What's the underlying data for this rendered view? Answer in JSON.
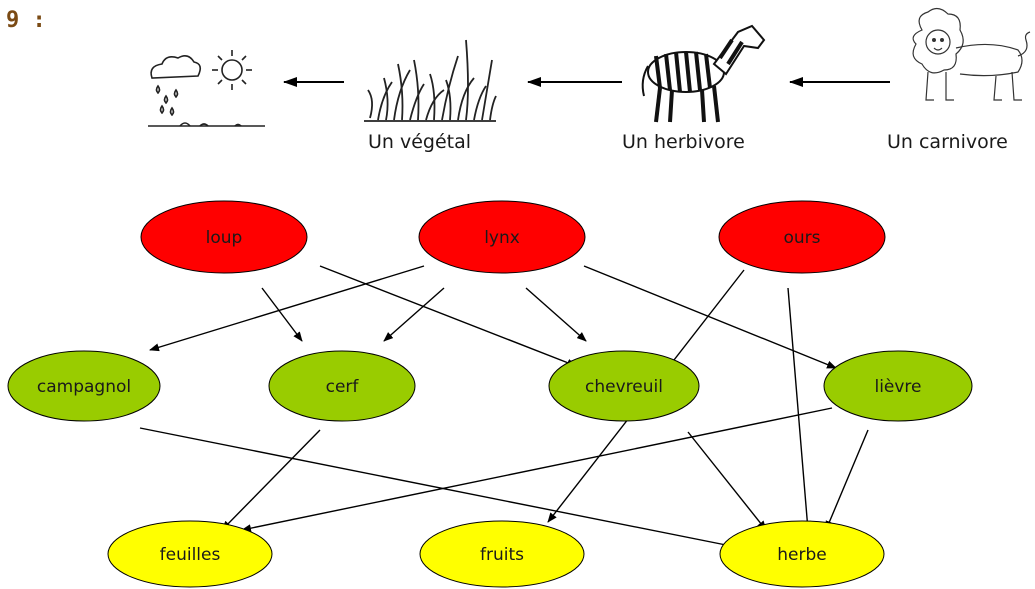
{
  "header": {
    "number_label": "9 :"
  },
  "chain": {
    "labels": {
      "vegetal": "Un végétal",
      "herbivore": "Un herbivore",
      "carnivore": "Un carnivore"
    }
  },
  "web": {
    "colors": {
      "carnivore": "#ff0000",
      "herbivore": "#99cc00",
      "vegetal": "#ffff00"
    },
    "nodes": {
      "loup": "loup",
      "lynx": "lynx",
      "ours": "ours",
      "campagnol": "campagnol",
      "cerf": "cerf",
      "chevreuil": "chevreuil",
      "lievre": "lièvre",
      "feuilles": "feuilles",
      "fruits": "fruits",
      "herbe": "herbe"
    },
    "edges": [
      [
        "loup",
        "cerf"
      ],
      [
        "loup",
        "chevreuil"
      ],
      [
        "lynx",
        "campagnol"
      ],
      [
        "lynx",
        "cerf"
      ],
      [
        "lynx",
        "chevreuil"
      ],
      [
        "lynx",
        "lievre"
      ],
      [
        "ours",
        "fruits"
      ],
      [
        "ours",
        "herbe"
      ],
      [
        "campagnol",
        "herbe"
      ],
      [
        "cerf",
        "feuilles"
      ],
      [
        "chevreuil",
        "herbe"
      ],
      [
        "lievre",
        "feuilles"
      ],
      [
        "lievre",
        "herbe"
      ]
    ]
  }
}
